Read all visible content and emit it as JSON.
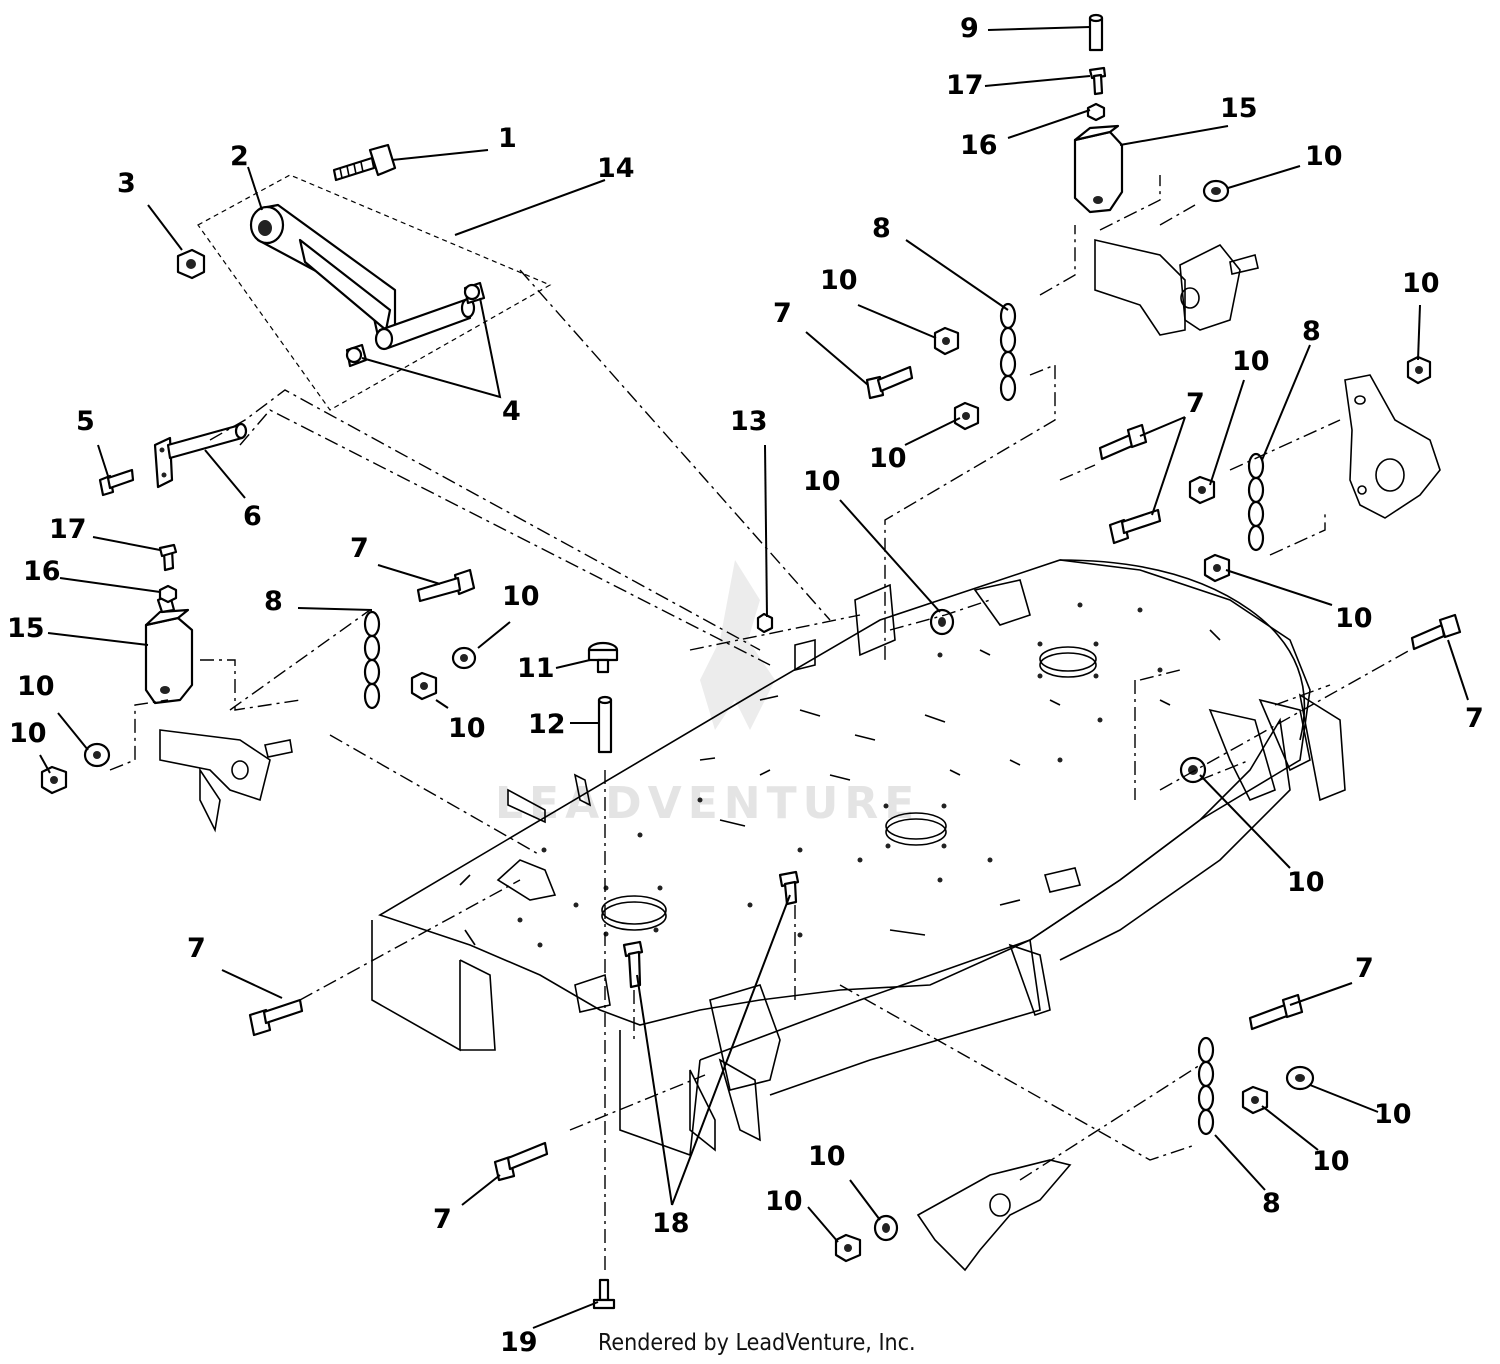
{
  "callouts": [
    {
      "id": "1",
      "label": "1"
    },
    {
      "id": "2",
      "label": "2"
    },
    {
      "id": "3",
      "label": "3"
    },
    {
      "id": "4",
      "label": "4"
    },
    {
      "id": "5",
      "label": "5"
    },
    {
      "id": "6",
      "label": "6"
    },
    {
      "id": "7",
      "label": "7"
    },
    {
      "id": "8",
      "label": "8"
    },
    {
      "id": "9",
      "label": "9"
    },
    {
      "id": "10",
      "label": "10"
    },
    {
      "id": "11",
      "label": "11"
    },
    {
      "id": "12",
      "label": "12"
    },
    {
      "id": "13",
      "label": "13"
    },
    {
      "id": "14",
      "label": "14"
    },
    {
      "id": "15",
      "label": "15"
    },
    {
      "id": "16",
      "label": "16"
    },
    {
      "id": "17",
      "label": "17"
    },
    {
      "id": "18",
      "label": "18"
    },
    {
      "id": "19",
      "label": "19"
    }
  ],
  "watermark": "LEADVENTURE",
  "credit": "Rendered by LeadVenture, Inc."
}
